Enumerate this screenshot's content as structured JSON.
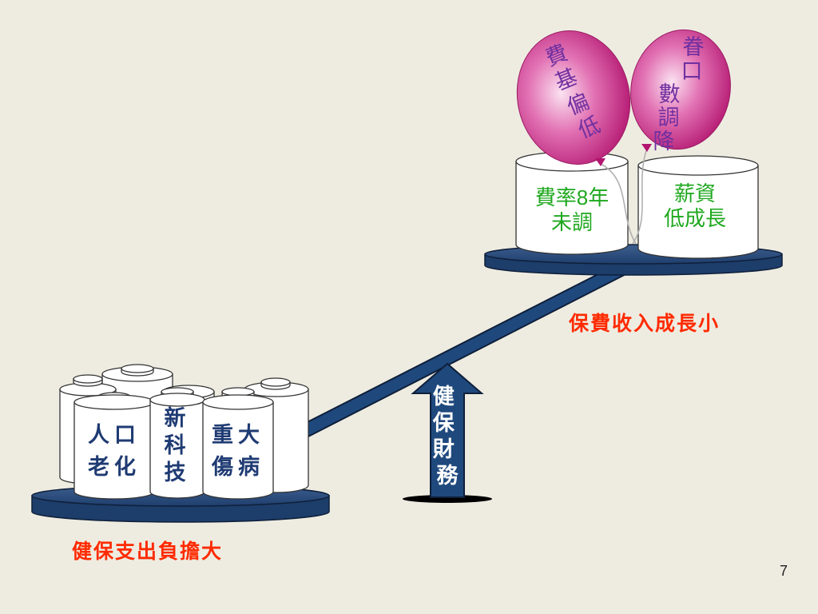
{
  "colors": {
    "background": "#eeece1",
    "plate": "#1f497d",
    "balloon": "#d63a96",
    "balloon_text": "#7030a0",
    "cylinder_text_blue": "#1f3b73",
    "cylinder_text_green": "#1fa81f",
    "caption_red": "#ff2a00"
  },
  "balloons": [
    "費基偏低",
    "眷口數調降"
  ],
  "right_cylinders": [
    {
      "line1": "費率8年",
      "line2": "未調"
    },
    {
      "line1": "薪資",
      "line2": "低成長"
    }
  ],
  "left_cylinders": [
    {
      "line1": "人口",
      "line2": "老化"
    },
    {
      "line1": "新",
      "line2": "科",
      "line3": "技"
    },
    {
      "line1": "重大",
      "line2": "傷病"
    }
  ],
  "arrow_label": "健保財務",
  "right_caption": "保費收入成長小",
  "left_caption": "健保支出負擔大",
  "page_number": "7"
}
